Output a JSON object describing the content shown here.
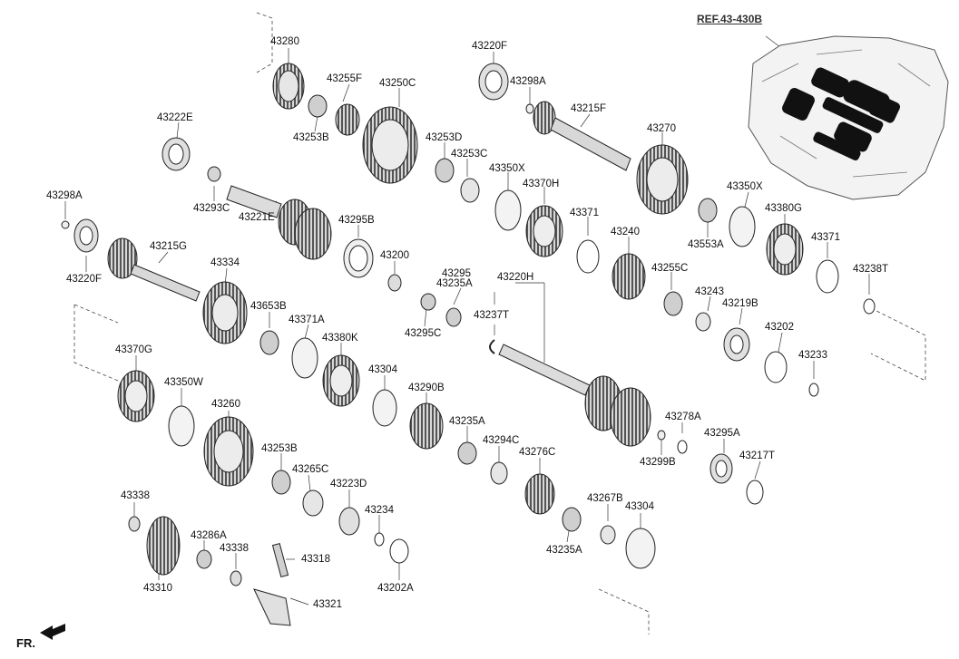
{
  "diagram": {
    "reference": "REF.43-430B",
    "direction_label": "FR.",
    "parts": [
      {
        "id": "p1",
        "label": "43280"
      },
      {
        "id": "p2",
        "label": "43255F"
      },
      {
        "id": "p3",
        "label": "43250C"
      },
      {
        "id": "p4",
        "label": "43253B"
      },
      {
        "id": "p5",
        "label": "43222E"
      },
      {
        "id": "p6",
        "label": "43293C"
      },
      {
        "id": "p7",
        "label": "43221E"
      },
      {
        "id": "p8",
        "label": "43295B"
      },
      {
        "id": "p9",
        "label": "43298A"
      },
      {
        "id": "p10",
        "label": "43220F"
      },
      {
        "id": "p11",
        "label": "43215G"
      },
      {
        "id": "p12",
        "label": "43334"
      },
      {
        "id": "p13",
        "label": "43653B"
      },
      {
        "id": "p14",
        "label": "43371A"
      },
      {
        "id": "p15",
        "label": "43380K"
      },
      {
        "id": "p16",
        "label": "43200"
      },
      {
        "id": "p17",
        "label": "43370G"
      },
      {
        "id": "p18",
        "label": "43350W"
      },
      {
        "id": "p19",
        "label": "43260"
      },
      {
        "id": "p20",
        "label": "43253B"
      },
      {
        "id": "p21",
        "label": "43265C"
      },
      {
        "id": "p22",
        "label": "43223D"
      },
      {
        "id": "p23",
        "label": "43234"
      },
      {
        "id": "p24",
        "label": "43338"
      },
      {
        "id": "p25",
        "label": "43286A"
      },
      {
        "id": "p26",
        "label": "43338"
      },
      {
        "id": "p27",
        "label": "43310"
      },
      {
        "id": "p28",
        "label": "43318"
      },
      {
        "id": "p29",
        "label": "43321"
      },
      {
        "id": "p30",
        "label": "43202A"
      },
      {
        "id": "p31",
        "label": "43304"
      },
      {
        "id": "p32",
        "label": "43290B"
      },
      {
        "id": "p33",
        "label": "43235A"
      },
      {
        "id": "p34",
        "label": "43294C"
      },
      {
        "id": "p35",
        "label": "43276C"
      },
      {
        "id": "p36",
        "label": "43235A"
      },
      {
        "id": "p37",
        "label": "43267B"
      },
      {
        "id": "p38",
        "label": "43304"
      },
      {
        "id": "p39",
        "label": "43295"
      },
      {
        "id": "p40",
        "label": "43235A"
      },
      {
        "id": "p41",
        "label": "43295C"
      },
      {
        "id": "p42",
        "label": "43220H"
      },
      {
        "id": "p43",
        "label": "43237T"
      },
      {
        "id": "p44",
        "label": "43220F"
      },
      {
        "id": "p45",
        "label": "43298A"
      },
      {
        "id": "p46",
        "label": "43215F"
      },
      {
        "id": "p47",
        "label": "43253D"
      },
      {
        "id": "p48",
        "label": "43253C"
      },
      {
        "id": "p49",
        "label": "43350X"
      },
      {
        "id": "p50",
        "label": "43370H"
      },
      {
        "id": "p51",
        "label": "43270"
      },
      {
        "id": "p52",
        "label": "43371"
      },
      {
        "id": "p53",
        "label": "43240"
      },
      {
        "id": "p54",
        "label": "43255C"
      },
      {
        "id": "p55",
        "label": "43350X"
      },
      {
        "id": "p56",
        "label": "43553A"
      },
      {
        "id": "p57",
        "label": "43380G"
      },
      {
        "id": "p58",
        "label": "43371"
      },
      {
        "id": "p59",
        "label": "43238T"
      },
      {
        "id": "p60",
        "label": "43243"
      },
      {
        "id": "p61",
        "label": "43219B"
      },
      {
        "id": "p62",
        "label": "43202"
      },
      {
        "id": "p63",
        "label": "43233"
      },
      {
        "id": "p64",
        "label": "43278A"
      },
      {
        "id": "p65",
        "label": "43299B"
      },
      {
        "id": "p66",
        "label": "43295A"
      },
      {
        "id": "p67",
        "label": "43217T"
      }
    ]
  }
}
